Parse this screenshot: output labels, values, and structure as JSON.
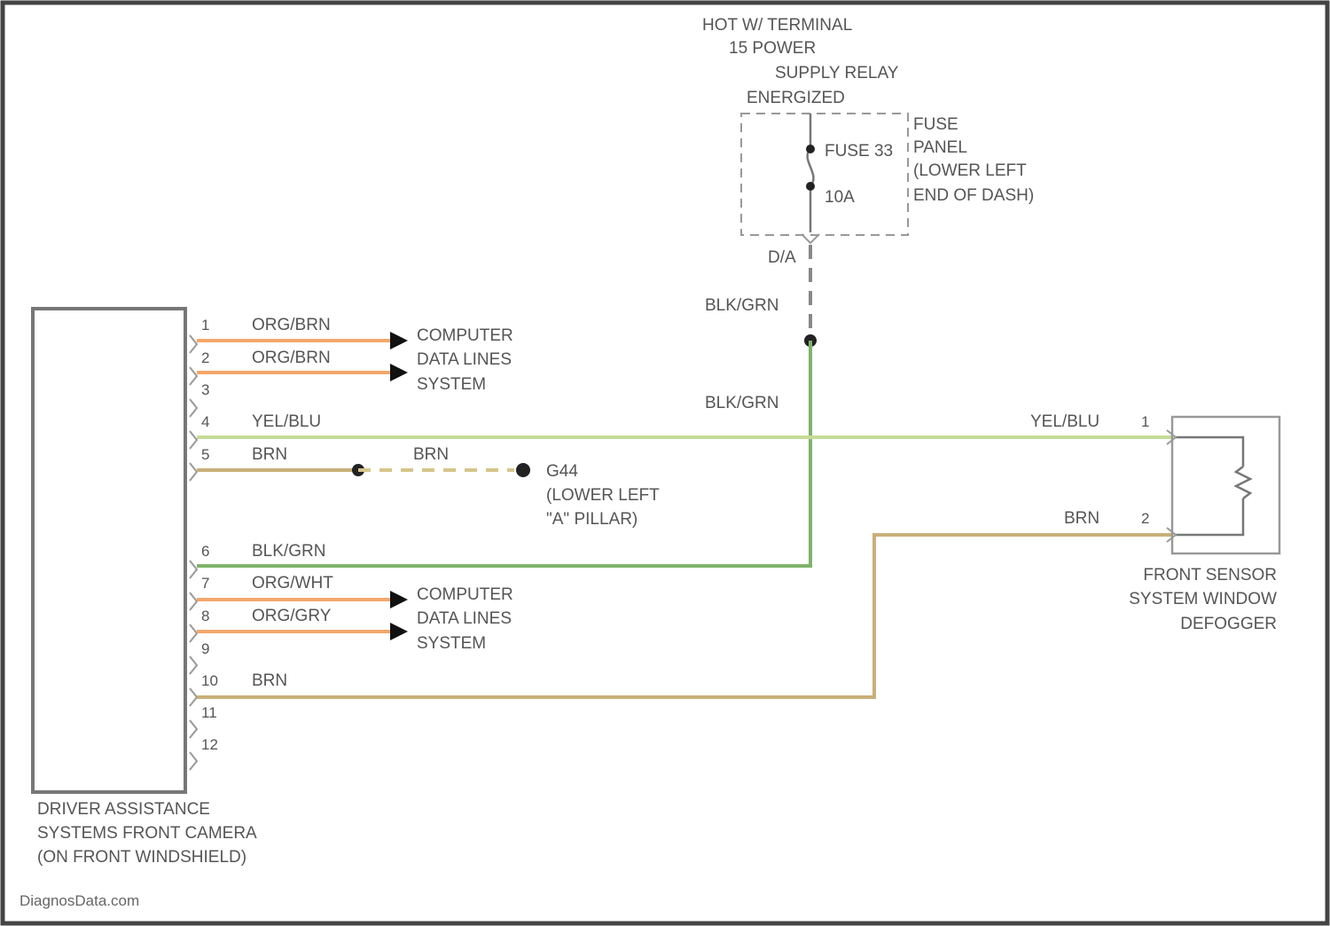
{
  "colors": {
    "frame": "#444444",
    "orange_wire": "#f3a76b",
    "green_wire": "#7fb36b",
    "yellow_green_wire": "#c5dc96",
    "brown_wire": "#c9b079",
    "text": "#555555",
    "component": "#777777"
  },
  "power": {
    "title_lines": [
      "HOT W/ TERMINAL",
      "15 POWER",
      "SUPPLY RELAY",
      "ENERGIZED"
    ],
    "fuse_label": "FUSE 33",
    "fuse_rating": "10A",
    "fuse_panel_lines": [
      "FUSE",
      "PANEL",
      "(LOWER LEFT",
      "END OF DASH)"
    ],
    "connector": "D/A"
  },
  "wires": {
    "blk_grn_upper": "BLK/GRN",
    "blk_grn_lower": "BLK/GRN",
    "pin1": "ORG/BRN",
    "pin2": "ORG/BRN",
    "pin4": "YEL/BLU",
    "pin5": "BRN",
    "pin5_ground": "BRN",
    "pin6": "BLK/GRN",
    "pin7": "ORG/WHT",
    "pin8": "ORG/GRY",
    "pin10": "BRN",
    "defogger_pin1": "YEL/BLU",
    "defogger_pin2": "BRN"
  },
  "camera": {
    "pins": [
      "1",
      "2",
      "3",
      "4",
      "5",
      "6",
      "7",
      "8",
      "9",
      "10",
      "11",
      "12"
    ],
    "name_lines": [
      "DRIVER ASSISTANCE",
      "SYSTEMS FRONT CAMERA",
      "(ON FRONT WINDSHIELD)"
    ]
  },
  "data_lines_top": [
    "COMPUTER",
    "DATA LINES",
    "SYSTEM"
  ],
  "data_lines_bottom": [
    "COMPUTER",
    "DATA LINES",
    "SYSTEM"
  ],
  "ground": {
    "label": "G44",
    "lines": [
      "(LOWER LEFT",
      "\"A\" PILLAR)"
    ]
  },
  "defogger": {
    "pin1": "1",
    "pin2": "2",
    "name_lines": [
      "FRONT SENSOR",
      "SYSTEM WINDOW",
      "DEFOGGER"
    ]
  },
  "watermark": "DiagnosData.com"
}
